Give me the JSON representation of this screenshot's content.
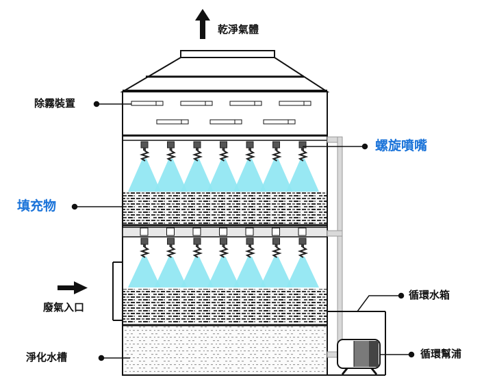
{
  "labels": {
    "clean_gas": "乾淨氣體",
    "demister": "除霧裝置",
    "spiral_nozzle": "螺旋噴嘴",
    "packing": "填充物",
    "exhaust_inlet": "廢氣入口",
    "purified_tank": "淨化水槽",
    "circulation_tank": "循環水箱",
    "circulation_pump": "循環幫浦"
  },
  "colors": {
    "spray": "#8fe6f2",
    "accent_blue": "#1a73d9",
    "line": "#111111",
    "pipe": "#d9d9d9"
  },
  "counts": {
    "nozzles_per_layer": 7,
    "spray_layers": 2,
    "demister_top_row": 4,
    "demister_bottom_row": 3
  }
}
